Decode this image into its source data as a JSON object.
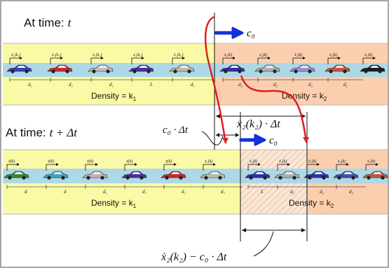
{
  "top_panel": {
    "time_prefix": "At time:",
    "time_var": "t",
    "left_density_text": "Density = k",
    "left_density_sub": "1",
    "right_density_text": "Density = k",
    "right_density_sub": "2",
    "cars_left": [
      {
        "velocity_label": "ẋ₁(k₁)",
        "color": "#3b3fb5",
        "spacing_label": "d₁"
      },
      {
        "velocity_label": "ẋ₁(k₁)",
        "color": "#cc2a2a",
        "spacing_label": "d₁"
      },
      {
        "velocity_label": "ẋ₁(k₁)",
        "color": "#c8b8b8",
        "spacing_label": "d₁"
      },
      {
        "velocity_label": "ẋ₁(k₁)",
        "color": "#4a2fa0",
        "spacing_label": "L"
      },
      {
        "velocity_label": "ẋ₁(k₁)",
        "color": "#bcbcaa",
        "spacing_label": "d₁"
      }
    ],
    "cars_right": [
      {
        "velocity_label": "ẋ₂(k)",
        "color": "#2f2fa8",
        "spacing_label": "d₂"
      },
      {
        "velocity_label": "ẋ₂(k)",
        "color": "#a8b0a8",
        "spacing_label": "d₂"
      },
      {
        "velocity_label": "ẋ₂(k)",
        "color": "#9a8fd8",
        "spacing_label": "d₂"
      },
      {
        "velocity_label": "ẋ₂(k)",
        "color": "#c0563a",
        "spacing_label": "d₂"
      },
      {
        "velocity_label": "ẋ₂(k)",
        "color": "#1a1a1a",
        "spacing_label": ""
      }
    ]
  },
  "bottom_panel": {
    "time_prefix": "At time:",
    "time_expr": "t + Δt",
    "left_density_text": "Density = k",
    "left_density_sub": "1",
    "right_density_text": "Density = k",
    "right_density_sub": "2",
    "cars_left": [
      {
        "velocity_label": "ẋ(k)",
        "color": "#2e8b2e",
        "spacing_label": "d"
      },
      {
        "velocity_label": "ẋ(k)",
        "color": "#3aa8b8",
        "spacing_label": "d"
      },
      {
        "velocity_label": "ẋ(k)",
        "color": "#c8b0b0",
        "spacing_label": "d₁"
      },
      {
        "velocity_label": "ẋ(k)",
        "color": "#4a2fa0",
        "spacing_label": "d₁"
      },
      {
        "velocity_label": "ẋ(k)",
        "color": "#cc2a2a",
        "spacing_label": "d₁"
      },
      {
        "velocity_label": "ẋ₁(k)",
        "color": "#bcbcaa",
        "spacing_label": "d₁"
      }
    ],
    "cars_right": [
      {
        "velocity_label": "ẋ₂(k)",
        "color": "#2f2fa8",
        "spacing_label": "L"
      },
      {
        "velocity_label": "ẋ₂(k)",
        "color": "#a8b0a8",
        "spacing_label": "d₂"
      },
      {
        "velocity_label": "ẋ₂(k)",
        "color": "#2f2fa8",
        "spacing_label": "d₂"
      },
      {
        "velocity_label": "ẋ₂(k)",
        "color": "#4a4ab0",
        "spacing_label": "d₂"
      },
      {
        "velocity_label": "ẋ₂(k)",
        "color": "#c0563a",
        "spacing_label": ""
      }
    ]
  },
  "annotations": {
    "wave_speed": "c₀",
    "wave_shift": "c₀ · Δt",
    "vehicle_shift": "ẋ₂(k₂) · Δt",
    "relative_shift": "ẋ₂(k₂) − c₀ · Δt"
  },
  "colors": {
    "zone_left": "#fafaa6",
    "zone_right": "#fbcfae",
    "road": "#add8e6",
    "arrow_blue": "#1530d8",
    "arrow_red": "#dd2020",
    "border": "#8a8a8a"
  }
}
